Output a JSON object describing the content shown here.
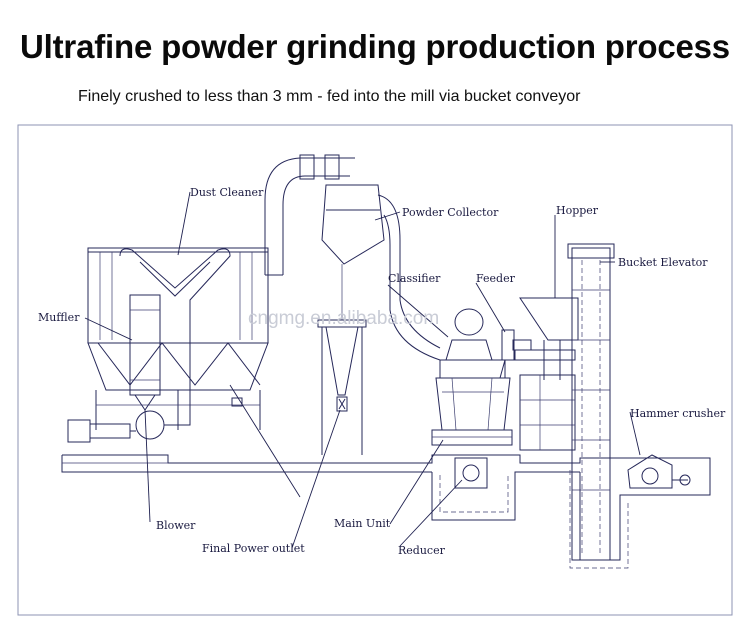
{
  "title": "Ultrafine powder grinding production process",
  "subtitle": "Finely crushed to less than 3 mm - fed into the mill via bucket conveyor",
  "watermark": "cngmg.en.alibaba.com",
  "labels": {
    "dust_cleaner": "Dust Cleaner",
    "powder_collector": "Powder Collector",
    "hopper": "Hopper",
    "bucket_elevator": "Bucket Elevator",
    "muffler": "Muffler",
    "classifier": "Classifier",
    "feeder": "Feeder",
    "hammer_crusher": "Hammer crusher",
    "blower": "Blower",
    "main_unit": "Main Unit",
    "final_power_outlet": "Final Power outlet",
    "reducer": "Reducer"
  },
  "colors": {
    "line": "#26285a",
    "frame": "#8d93b3"
  }
}
